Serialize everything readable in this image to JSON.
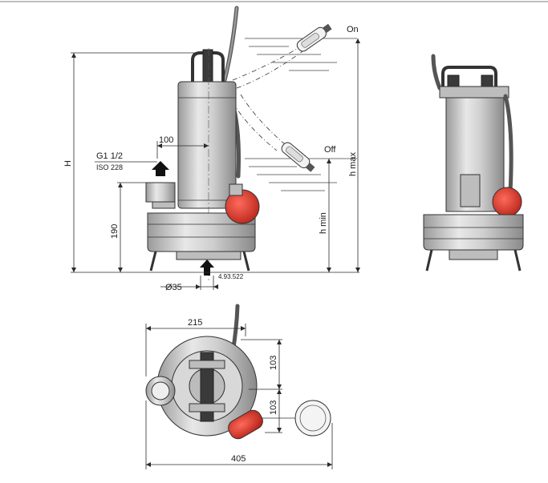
{
  "labels": {
    "on": "On",
    "off": "Off",
    "H": "H",
    "h_max": "h max",
    "h_min": "h min",
    "thread": "G1 1/2",
    "iso": "ISO 228",
    "dim_100": "100",
    "dim_190": "190",
    "dim_35": "Ø35",
    "ref": "4.93.522",
    "dim_215": "215",
    "dim_103_top": "103",
    "dim_103_bottom": "103",
    "dim_405": "405"
  },
  "colors": {
    "float_red": "#d9372b",
    "steel": "#c8c8c8",
    "line": "#2a2a2a"
  }
}
